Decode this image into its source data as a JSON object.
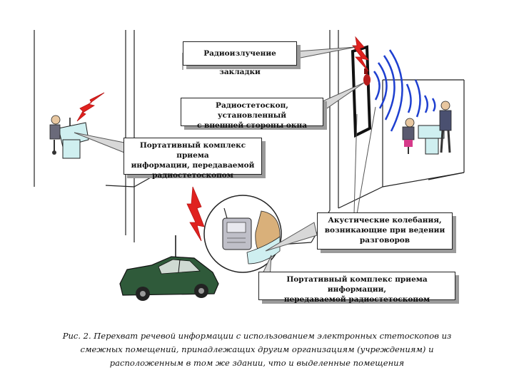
{
  "callouts": {
    "bug_radio": "Радиоизлучение закладки",
    "stethoscope": [
      "Радиостетоскоп, установленный",
      "с внешней стороны окна"
    ],
    "portable_left": [
      "Портативный комплекс приема",
      "информации, передаваемой",
      "радиостетоскопом"
    ],
    "acoustic": [
      "Акустические колебания,",
      "возникающие при ведении",
      "разговоров"
    ],
    "portable_bottom": [
      "Портативный комплекс приема информации,",
      "передаваемой радиостетоскопом"
    ]
  },
  "caption": [
    "Рис. 2. Перехват речевой информации с использованием электронных стетоскопов из",
    "смежных помещений, принадлежащих другим организациям (учреждениям) и",
    "расположенным в том же здании, что и выделенные помещения"
  ],
  "colors": {
    "car": "#2f5a3a",
    "desk": "#cfeff0",
    "lightning": "#e0221f",
    "waves": "#1e3fd0",
    "shadow": "#9a9a9a"
  }
}
